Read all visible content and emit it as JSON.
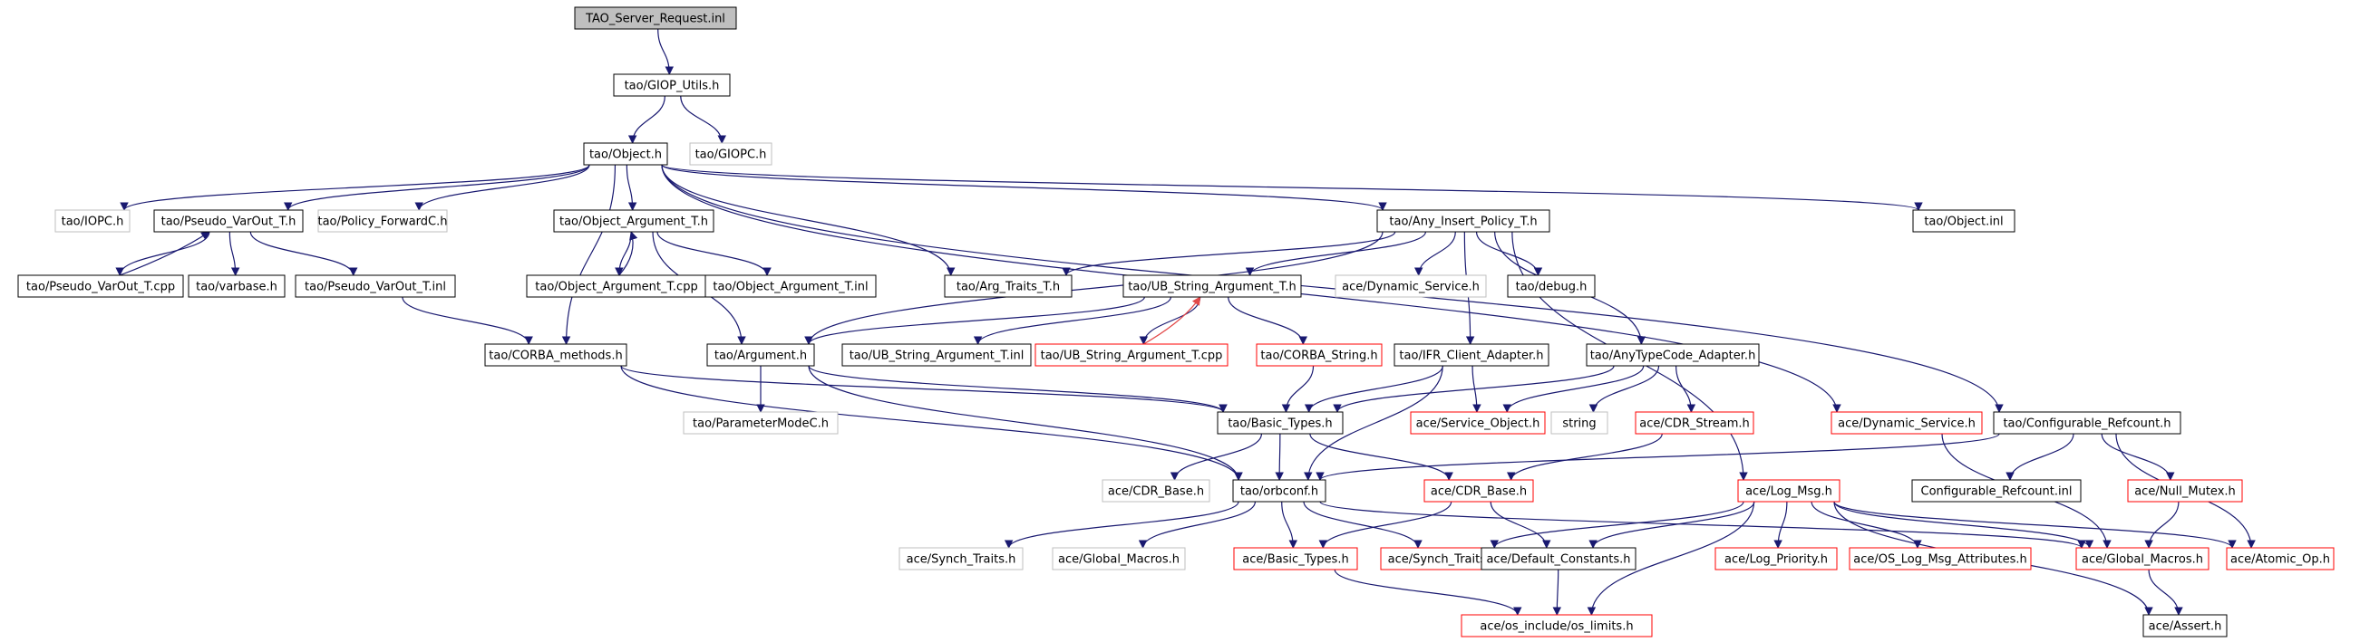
{
  "graph": {
    "colors": {
      "edge_normal": "#191970",
      "edge_template": "#e24848",
      "box_black": "#000000",
      "box_red": "#ff0000",
      "box_gray": "#bfbfbf",
      "root_fill": "#bfbfbf",
      "text": "#000000"
    },
    "nodes": [
      {
        "id": "n_root",
        "label": "TAO_Server_Request.inl",
        "style": "root"
      },
      {
        "id": "n_giop_utils",
        "label": "tao/GIOP_Utils.h",
        "style": "black"
      },
      {
        "id": "n_object",
        "label": "tao/Object.h",
        "style": "black"
      },
      {
        "id": "n_giopc",
        "label": "tao/GIOPC.h",
        "style": "gray"
      },
      {
        "id": "n_iopc",
        "label": "tao/IOPC.h",
        "style": "gray"
      },
      {
        "id": "n_pseudo_varout",
        "label": "tao/Pseudo_VarOut_T.h",
        "style": "black"
      },
      {
        "id": "n_policy_fwd",
        "label": "tao/Policy_ForwardC.h",
        "style": "gray"
      },
      {
        "id": "n_obj_arg",
        "label": "tao/Object_Argument_T.h",
        "style": "black"
      },
      {
        "id": "n_any_insert",
        "label": "tao/Any_Insert_Policy_T.h",
        "style": "black"
      },
      {
        "id": "n_object_inl",
        "label": "tao/Object.inl",
        "style": "black"
      },
      {
        "id": "n_pseudo_cpp",
        "label": "tao/Pseudo_VarOut_T.cpp",
        "style": "black"
      },
      {
        "id": "n_varbase",
        "label": "tao/varbase.h",
        "style": "black"
      },
      {
        "id": "n_pseudo_inl",
        "label": "tao/Pseudo_VarOut_T.inl",
        "style": "black"
      },
      {
        "id": "n_obj_arg_cpp",
        "label": "tao/Object_Argument_T.cpp",
        "style": "black"
      },
      {
        "id": "n_obj_arg_inl",
        "label": "tao/Object_Argument_T.inl",
        "style": "black"
      },
      {
        "id": "n_arg_traits",
        "label": "tao/Arg_Traits_T.h",
        "style": "black"
      },
      {
        "id": "n_ub_string_arg",
        "label": "tao/UB_String_Argument_T.h",
        "style": "black"
      },
      {
        "id": "n_ace_dyn_gray",
        "label": "ace/Dynamic_Service.h",
        "style": "gray"
      },
      {
        "id": "n_debug",
        "label": "tao/debug.h",
        "style": "black"
      },
      {
        "id": "n_corba_methods",
        "label": "tao/CORBA_methods.h",
        "style": "black"
      },
      {
        "id": "n_argument",
        "label": "tao/Argument.h",
        "style": "black"
      },
      {
        "id": "n_ub_string_inl",
        "label": "tao/UB_String_Argument_T.inl",
        "style": "black"
      },
      {
        "id": "n_ub_string_cpp",
        "label": "tao/UB_String_Argument_T.cpp",
        "style": "red"
      },
      {
        "id": "n_corba_string",
        "label": "tao/CORBA_String.h",
        "style": "red"
      },
      {
        "id": "n_ifr_client",
        "label": "tao/IFR_Client_Adapter.h",
        "style": "black"
      },
      {
        "id": "n_anytypecode",
        "label": "tao/AnyTypeCode_Adapter.h",
        "style": "black"
      },
      {
        "id": "n_param_mode",
        "label": "tao/ParameterModeC.h",
        "style": "gray"
      },
      {
        "id": "n_basic_types",
        "label": "tao/Basic_Types.h",
        "style": "black"
      },
      {
        "id": "n_service_obj",
        "label": "ace/Service_Object.h",
        "style": "red"
      },
      {
        "id": "n_string",
        "label": "string",
        "style": "gray"
      },
      {
        "id": "n_cdr_stream",
        "label": "ace/CDR_Stream.h",
        "style": "red"
      },
      {
        "id": "n_ace_dyn_red",
        "label": "ace/Dynamic_Service.h",
        "style": "red"
      },
      {
        "id": "n_config_refcount",
        "label": "tao/Configurable_Refcount.h",
        "style": "black"
      },
      {
        "id": "n_cdr_base_gray",
        "label": "ace/CDR_Base.h",
        "style": "gray"
      },
      {
        "id": "n_orbconf",
        "label": "tao/orbconf.h",
        "style": "black"
      },
      {
        "id": "n_cdr_base_red",
        "label": "ace/CDR_Base.h",
        "style": "red"
      },
      {
        "id": "n_log_msg",
        "label": "ace/Log_Msg.h",
        "style": "red"
      },
      {
        "id": "n_config_refcount_inl",
        "label": "Configurable_Refcount.inl",
        "style": "black"
      },
      {
        "id": "n_null_mutex",
        "label": "ace/Null_Mutex.h",
        "style": "red"
      },
      {
        "id": "n_synch_traits_gray",
        "label": "ace/Synch_Traits.h",
        "style": "gray"
      },
      {
        "id": "n_global_macros_gray",
        "label": "ace/Global_Macros.h",
        "style": "gray"
      },
      {
        "id": "n_ace_basic_types",
        "label": "ace/Basic_Types.h",
        "style": "red"
      },
      {
        "id": "n_synch_traits_red",
        "label": "ace/Synch_Traits.h",
        "style": "red"
      },
      {
        "id": "n_default_constants",
        "label": "ace/Default_Constants.h",
        "style": "black"
      },
      {
        "id": "n_log_priority",
        "label": "ace/Log_Priority.h",
        "style": "red"
      },
      {
        "id": "n_os_log_msg_attr",
        "label": "ace/OS_Log_Msg_Attributes.h",
        "style": "red"
      },
      {
        "id": "n_global_macros_red",
        "label": "ace/Global_Macros.h",
        "style": "red"
      },
      {
        "id": "n_atomic_op",
        "label": "ace/Atomic_Op.h",
        "style": "red"
      },
      {
        "id": "n_os_limits",
        "label": "ace/os_include/os_limits.h",
        "style": "red"
      },
      {
        "id": "n_assert",
        "label": "ace/Assert.h",
        "style": "black"
      }
    ],
    "edges": [
      {
        "from": "n_root",
        "to": "n_giop_utils"
      },
      {
        "from": "n_giop_utils",
        "to": "n_object"
      },
      {
        "from": "n_giop_utils",
        "to": "n_giopc"
      },
      {
        "from": "n_object",
        "to": "n_iopc"
      },
      {
        "from": "n_object",
        "to": "n_pseudo_varout"
      },
      {
        "from": "n_object",
        "to": "n_policy_fwd"
      },
      {
        "from": "n_object",
        "to": "n_obj_arg"
      },
      {
        "from": "n_object",
        "to": "n_any_insert"
      },
      {
        "from": "n_object",
        "to": "n_object_inl"
      },
      {
        "from": "n_object",
        "to": "n_arg_traits"
      },
      {
        "from": "n_object",
        "to": "n_corba_methods"
      },
      {
        "from": "n_object",
        "to": "n_config_refcount"
      },
      {
        "from": "n_object",
        "to": "n_ace_dyn_red"
      },
      {
        "from": "n_pseudo_varout",
        "to": "n_pseudo_cpp"
      },
      {
        "from": "n_pseudo_cpp",
        "to": "n_pseudo_varout"
      },
      {
        "from": "n_pseudo_varout",
        "to": "n_varbase"
      },
      {
        "from": "n_pseudo_varout",
        "to": "n_pseudo_inl"
      },
      {
        "from": "n_pseudo_inl",
        "to": "n_corba_methods"
      },
      {
        "from": "n_obj_arg",
        "to": "n_obj_arg_cpp"
      },
      {
        "from": "n_obj_arg_cpp",
        "to": "n_obj_arg"
      },
      {
        "from": "n_obj_arg",
        "to": "n_obj_arg_inl"
      },
      {
        "from": "n_obj_arg",
        "to": "n_argument"
      },
      {
        "from": "n_any_insert",
        "to": "n_arg_traits"
      },
      {
        "from": "n_any_insert",
        "to": "n_ub_string_arg"
      },
      {
        "from": "n_any_insert",
        "to": "n_ace_dyn_gray"
      },
      {
        "from": "n_any_insert",
        "to": "n_debug"
      },
      {
        "from": "n_any_insert",
        "to": "n_argument"
      },
      {
        "from": "n_any_insert",
        "to": "n_ifr_client"
      },
      {
        "from": "n_any_insert",
        "to": "n_anytypecode"
      },
      {
        "from": "n_any_insert",
        "to": "n_log_msg"
      },
      {
        "from": "n_ub_string_arg",
        "to": "n_argument"
      },
      {
        "from": "n_ub_string_arg",
        "to": "n_ub_string_inl"
      },
      {
        "from": "n_ub_string_arg",
        "to": "n_ub_string_cpp"
      },
      {
        "from": "n_ub_string_cpp",
        "to": "n_ub_string_arg",
        "style": "template"
      },
      {
        "from": "n_ub_string_arg",
        "to": "n_corba_string"
      },
      {
        "from": "n_corba_methods",
        "to": "n_basic_types"
      },
      {
        "from": "n_corba_methods",
        "to": "n_orbconf"
      },
      {
        "from": "n_argument",
        "to": "n_param_mode"
      },
      {
        "from": "n_argument",
        "to": "n_basic_types"
      },
      {
        "from": "n_argument",
        "to": "n_orbconf"
      },
      {
        "from": "n_corba_string",
        "to": "n_basic_types"
      },
      {
        "from": "n_ifr_client",
        "to": "n_basic_types"
      },
      {
        "from": "n_ifr_client",
        "to": "n_service_obj"
      },
      {
        "from": "n_ifr_client",
        "to": "n_orbconf"
      },
      {
        "from": "n_anytypecode",
        "to": "n_basic_types"
      },
      {
        "from": "n_anytypecode",
        "to": "n_service_obj"
      },
      {
        "from": "n_anytypecode",
        "to": "n_string"
      },
      {
        "from": "n_anytypecode",
        "to": "n_cdr_stream"
      },
      {
        "from": "n_cdr_stream",
        "to": "n_cdr_base_red"
      },
      {
        "from": "n_basic_types",
        "to": "n_cdr_base_gray"
      },
      {
        "from": "n_basic_types",
        "to": "n_orbconf"
      },
      {
        "from": "n_basic_types",
        "to": "n_cdr_base_red"
      },
      {
        "from": "n_config_refcount",
        "to": "n_orbconf"
      },
      {
        "from": "n_config_refcount",
        "to": "n_config_refcount_inl"
      },
      {
        "from": "n_config_refcount",
        "to": "n_null_mutex"
      },
      {
        "from": "n_config_refcount",
        "to": "n_atomic_op"
      },
      {
        "from": "n_ace_dyn_red",
        "to": "n_global_macros_red"
      },
      {
        "from": "n_orbconf",
        "to": "n_synch_traits_gray"
      },
      {
        "from": "n_orbconf",
        "to": "n_global_macros_gray"
      },
      {
        "from": "n_orbconf",
        "to": "n_ace_basic_types"
      },
      {
        "from": "n_orbconf",
        "to": "n_synch_traits_red"
      },
      {
        "from": "n_orbconf",
        "to": "n_global_macros_red"
      },
      {
        "from": "n_cdr_base_red",
        "to": "n_ace_basic_types"
      },
      {
        "from": "n_cdr_base_red",
        "to": "n_default_constants"
      },
      {
        "from": "n_log_msg",
        "to": "n_synch_traits_red"
      },
      {
        "from": "n_log_msg",
        "to": "n_default_constants"
      },
      {
        "from": "n_log_msg",
        "to": "n_log_priority"
      },
      {
        "from": "n_log_msg",
        "to": "n_os_log_msg_attr"
      },
      {
        "from": "n_log_msg",
        "to": "n_global_macros_red"
      },
      {
        "from": "n_log_msg",
        "to": "n_atomic_op"
      },
      {
        "from": "n_log_msg",
        "to": "n_os_limits"
      },
      {
        "from": "n_log_msg",
        "to": "n_assert"
      },
      {
        "from": "n_null_mutex",
        "to": "n_global_macros_red"
      },
      {
        "from": "n_default_constants",
        "to": "n_os_limits"
      },
      {
        "from": "n_ace_basic_types",
        "to": "n_os_limits"
      },
      {
        "from": "n_global_macros_red",
        "to": "n_assert"
      }
    ]
  }
}
